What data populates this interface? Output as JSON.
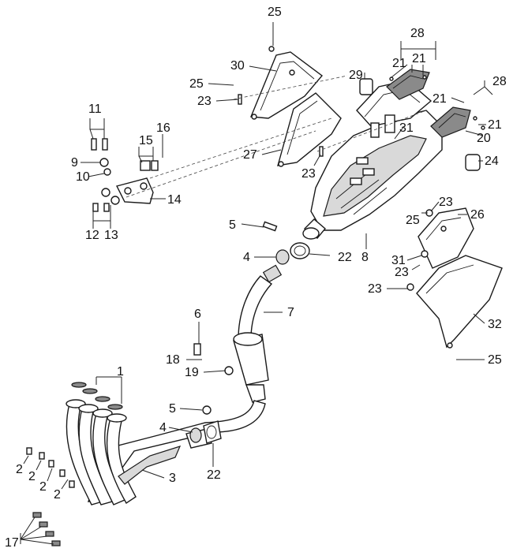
{
  "diagram": {
    "callouts": [
      {
        "id": "c25a",
        "text": "25"
      },
      {
        "id": "c28a",
        "text": "28"
      },
      {
        "id": "c30",
        "text": "30"
      },
      {
        "id": "c21a",
        "text": "21"
      },
      {
        "id": "c21b",
        "text": "21"
      },
      {
        "id": "c29",
        "text": "29"
      },
      {
        "id": "c28b",
        "text": "28"
      },
      {
        "id": "c25b",
        "text": "25"
      },
      {
        "id": "c23a",
        "text": "23"
      },
      {
        "id": "c21c",
        "text": "21"
      },
      {
        "id": "c21d",
        "text": "21"
      },
      {
        "id": "c11",
        "text": "11"
      },
      {
        "id": "c16",
        "text": "16"
      },
      {
        "id": "c31a",
        "text": "31"
      },
      {
        "id": "c15",
        "text": "15"
      },
      {
        "id": "c20",
        "text": "20"
      },
      {
        "id": "c9",
        "text": "9"
      },
      {
        "id": "c27",
        "text": "27"
      },
      {
        "id": "c24",
        "text": "24"
      },
      {
        "id": "c10",
        "text": "10"
      },
      {
        "id": "c23b",
        "text": "23"
      },
      {
        "id": "c14",
        "text": "14"
      },
      {
        "id": "c23c",
        "text": "23"
      },
      {
        "id": "c25c",
        "text": "25"
      },
      {
        "id": "c26",
        "text": "26"
      },
      {
        "id": "c12",
        "text": "12"
      },
      {
        "id": "c13",
        "text": "13"
      },
      {
        "id": "c5a",
        "text": "5"
      },
      {
        "id": "c4a",
        "text": "4"
      },
      {
        "id": "c22a",
        "text": "22"
      },
      {
        "id": "c8",
        "text": "8"
      },
      {
        "id": "c31b",
        "text": "31"
      },
      {
        "id": "c23d",
        "text": "23"
      },
      {
        "id": "c7",
        "text": "7"
      },
      {
        "id": "c23e",
        "text": "23"
      },
      {
        "id": "c6",
        "text": "6"
      },
      {
        "id": "c32",
        "text": "32"
      },
      {
        "id": "c18",
        "text": "18"
      },
      {
        "id": "c25d",
        "text": "25"
      },
      {
        "id": "c19",
        "text": "19"
      },
      {
        "id": "c1",
        "text": "1"
      },
      {
        "id": "c5b",
        "text": "5"
      },
      {
        "id": "c4b",
        "text": "4"
      },
      {
        "id": "c3",
        "text": "3"
      },
      {
        "id": "c22b",
        "text": "22"
      },
      {
        "id": "c2a",
        "text": "2"
      },
      {
        "id": "c2b",
        "text": "2"
      },
      {
        "id": "c2c",
        "text": "2"
      },
      {
        "id": "c2d",
        "text": "2"
      },
      {
        "id": "c17",
        "text": "17"
      }
    ]
  }
}
